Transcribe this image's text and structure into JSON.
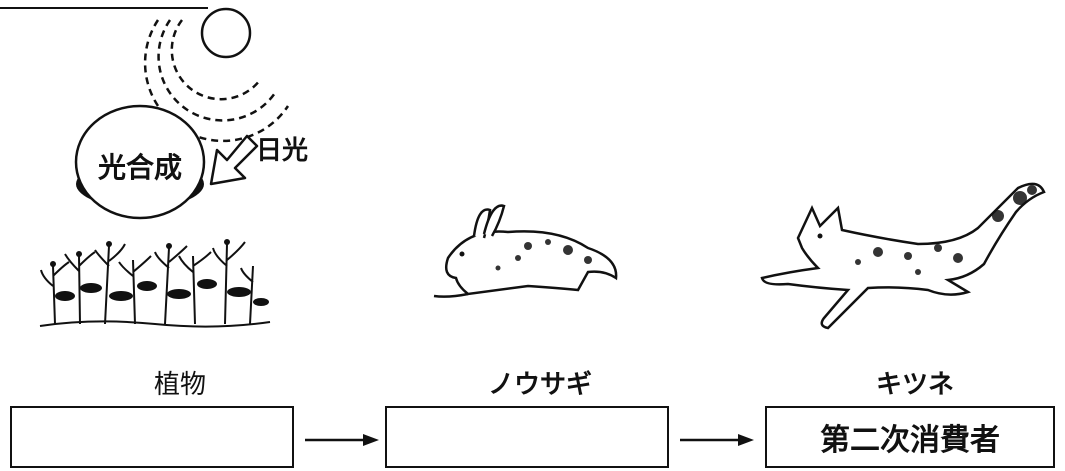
{
  "diagram": {
    "photosynthesis_label": "光合成",
    "sunlight_label": "日光",
    "organisms": [
      {
        "name": "植物",
        "box_text": ""
      },
      {
        "name": "ノウサギ",
        "box_text": ""
      },
      {
        "name": "キツネ",
        "box_text": "第二次消費者"
      }
    ]
  }
}
